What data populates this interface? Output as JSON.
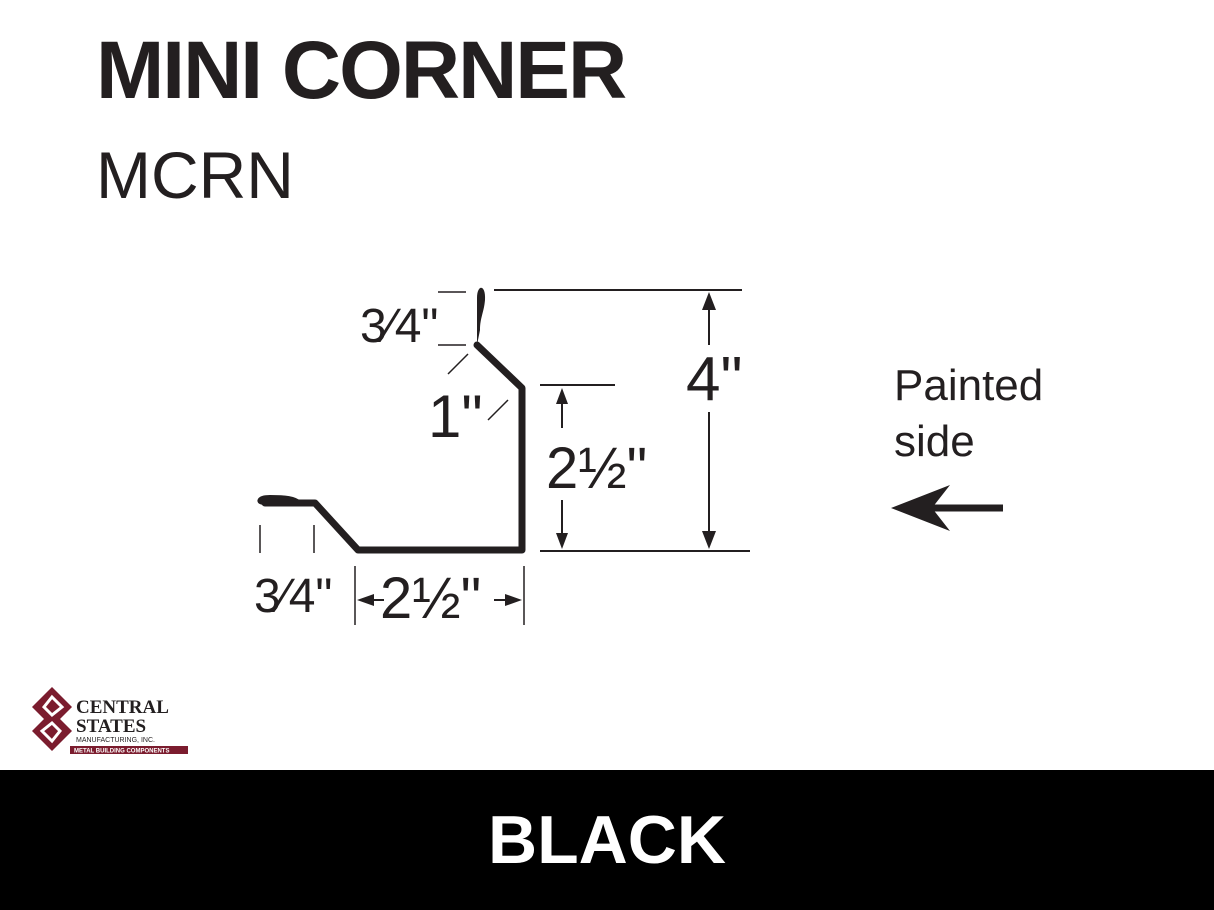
{
  "title": "MINI CORNER",
  "code": "MCRN",
  "dimensions": {
    "top_hem": "3⁄4\"",
    "top_slope": "1\"",
    "height_total": "4\"",
    "height_upper": "2½\"",
    "bottom_hem": "3⁄4\"",
    "bottom_width": "2½\""
  },
  "painted_side_label": [
    "Painted",
    "side"
  ],
  "logo": {
    "line1": "CENTRAL",
    "line2": "STATES",
    "line3": "MANUFACTURING, INC.",
    "tagline": "METAL BUILDING COMPONENTS",
    "brand_color": "#7b1c2e"
  },
  "color_name": "BLACK",
  "colors": {
    "profile": "#231f20",
    "footer_bg": "#000000",
    "footer_text": "#ffffff"
  }
}
